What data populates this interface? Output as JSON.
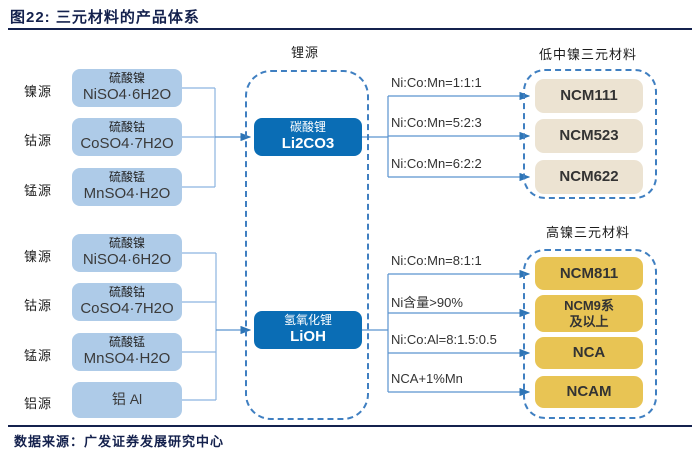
{
  "header": {
    "title": "图22:  三元材料的产品体系"
  },
  "footer": {
    "source": "数据来源：广发证券发展研究中心"
  },
  "colors": {
    "accent_navy": "#14214d",
    "light_blue_box": "#aecbe8",
    "dark_blue_box": "#0a6db5",
    "beige_box": "#ece3d2",
    "gold_box": "#e8c454",
    "dashed_border": "#3f7fc1",
    "connector_blue": "#5b93cf"
  },
  "left_top_group": {
    "rows": [
      {
        "label": "镍源",
        "name": "硫酸镍",
        "formula": "NiSO4·6H2O"
      },
      {
        "label": "钴源",
        "name": "硫酸钴",
        "formula": "CoSO4·7H2O"
      },
      {
        "label": "锰源",
        "name": "硫酸锰",
        "formula": "MnSO4·H2O"
      }
    ]
  },
  "left_bottom_group": {
    "rows": [
      {
        "label": "镍源",
        "name": "硫酸镍",
        "formula": "NiSO4·6H2O"
      },
      {
        "label": "钴源",
        "name": "硫酸钴",
        "formula": "CoSO4·7H2O"
      },
      {
        "label": "锰源",
        "name": "硫酸锰",
        "formula": "MnSO4·H2O"
      },
      {
        "label": "铝源",
        "name": "铝 Al",
        "formula": ""
      }
    ]
  },
  "lithium": {
    "label": "锂源",
    "boxes": [
      {
        "name": "碳酸锂",
        "formula": "Li2CO3"
      },
      {
        "name": "氢氧化锂",
        "formula": "LiOH"
      }
    ]
  },
  "top_right": {
    "label": "低中镍三元材料",
    "items": [
      {
        "ratio": "Ni:Co:Mn=1:1:1",
        "product": "NCM111"
      },
      {
        "ratio": "Ni:Co:Mn=5:2:3",
        "product": "NCM523"
      },
      {
        "ratio": "Ni:Co:Mn=6:2:2",
        "product": "NCM622"
      }
    ]
  },
  "bottom_right": {
    "label": "高镍三元材料",
    "items": [
      {
        "ratio": "Ni:Co:Mn=8:1:1",
        "product": "NCM811"
      },
      {
        "ratio": "Ni含量>90%",
        "product": "NCM9系\n及以上"
      },
      {
        "ratio": "Ni:Co:Al=8:1.5:0.5",
        "product": "NCA"
      },
      {
        "ratio": "NCA+1%Mn",
        "product": "NCAM"
      }
    ]
  }
}
